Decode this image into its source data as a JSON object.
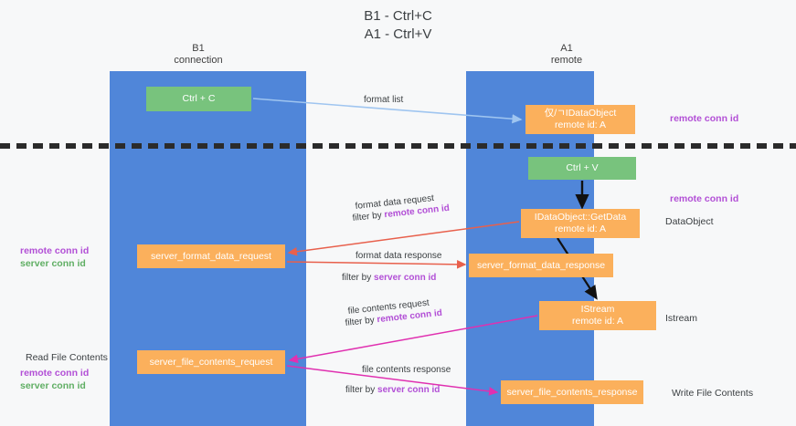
{
  "title": {
    "line1": "B1 - Ctrl+C",
    "line2": "A1 - Ctrl+V"
  },
  "columns": {
    "left": {
      "name": "B1",
      "role": "connection",
      "color": "#5086d9"
    },
    "right": {
      "name": "A1",
      "role": "remote",
      "color": "#5086d9"
    }
  },
  "nodes": {
    "ctrl_c": {
      "line1": "Ctrl + C",
      "line2": "",
      "color": "#78c37d"
    },
    "dataobject_remote": {
      "line1": "仅/ㄱIDataObject",
      "line2": "remote id: A",
      "color": "#fbb05c"
    },
    "ctrl_v": {
      "line1": "Ctrl + V",
      "line2": "",
      "color": "#78c37d"
    },
    "getdata": {
      "line1": "IDataObject::GetData",
      "line2": "remote id: A",
      "color": "#fbb05c"
    },
    "server_format_data_request": {
      "line1": "server_format_data_request",
      "line2": "",
      "color": "#fbb05c"
    },
    "server_format_data_response": {
      "line1": "server_format_data_response",
      "line2": "",
      "color": "#fbb05c"
    },
    "istream": {
      "line1": "IStream",
      "line2": "remote id: A",
      "color": "#fbb05c"
    },
    "server_file_contents_request": {
      "line1": "server_file_contents_request",
      "line2": "",
      "color": "#fbb05c"
    },
    "server_file_contents_response": {
      "line1": "server_file_contents_response",
      "line2": "",
      "color": "#fbb05c"
    }
  },
  "edges": {
    "format_list": {
      "label": "format list",
      "color": "#9fc5f0"
    },
    "format_data_request": {
      "label": "format data request",
      "filter_prefix": "filter by ",
      "filter_key": "remote conn id",
      "color": "#e8604c"
    },
    "format_data_response": {
      "label": "format data response",
      "filter_prefix": "filter by ",
      "filter_key": "server conn id",
      "color": "#e8604c"
    },
    "file_contents_request": {
      "label": "file contents request",
      "filter_prefix": "filter by ",
      "filter_key": "remote conn id",
      "color": "#e030b0"
    },
    "file_contents_response": {
      "label": "file contents response",
      "filter_prefix": "filter by ",
      "filter_key": "server conn id",
      "color": "#e030b0"
    }
  },
  "annotations": {
    "right_remote_conn_id_top": "remote conn id",
    "right_remote_conn_id_mid": "remote conn id",
    "right_dataobject": "DataObject",
    "right_istream": "Istream",
    "right_write_file_contents": "Write File Contents",
    "left_remote_conn_id": "remote conn id",
    "left_server_conn_id": "server conn id",
    "left_read_file_contents": "Read File Contents",
    "left_remote_conn_id_2": "remote conn id",
    "left_server_conn_id_2": "server conn id"
  },
  "colors": {
    "band": "#5086d9",
    "green_node": "#78c37d",
    "orange_node": "#fbb05c",
    "purple_text": "#b24fd6",
    "green_text": "#5fae63",
    "red_arrow": "#e8604c",
    "magenta_arrow": "#e030b0",
    "lightblue_arrow": "#9fc5f0",
    "dashed_rule": "#2b2b2b",
    "background": "#f7f8f9"
  }
}
